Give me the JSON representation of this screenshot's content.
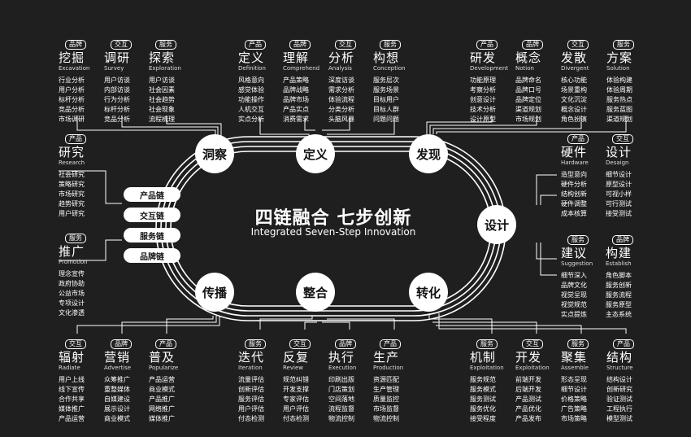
{
  "center": {
    "title": "四链融合 七步创新",
    "subtitle": "Integrated Seven-Step Innovation"
  },
  "steps": [
    "洞察",
    "定义",
    "发现",
    "设计",
    "转化",
    "整合",
    "传播"
  ],
  "chains": [
    "产品链",
    "交互链",
    "服务链",
    "品牌链"
  ],
  "cards": [
    {
      "tag": "品牌",
      "zh": "挖掘",
      "en": "Excavation",
      "items": [
        "行业分析",
        "用户分析",
        "标杆分析",
        "竞品分析",
        "市场调研"
      ]
    },
    {
      "tag": "交互",
      "zh": "调研",
      "en": "Survey",
      "items": [
        "用户访谈",
        "内部访谈",
        "行为分析",
        "标杆分析",
        "竞品分析"
      ]
    },
    {
      "tag": "服务",
      "zh": "探索",
      "en": "Exploration",
      "items": [
        "用户访谈",
        "社会因素",
        "社会趋势",
        "社会现象",
        "流程梳理"
      ]
    },
    {
      "tag": "产品",
      "zh": "定义",
      "en": "Definition",
      "items": [
        "风格意向",
        "感觉体验",
        "功能操作",
        "人机交互",
        "实点分析"
      ]
    },
    {
      "tag": "品牌",
      "zh": "理解",
      "en": "Comprehend",
      "items": [
        "产品策略",
        "品牌战略",
        "品牌市场",
        "产品实点",
        "消费需求"
      ]
    },
    {
      "tag": "交互",
      "zh": "分析",
      "en": "Analysis",
      "items": [
        "深度访谈",
        "需求分析",
        "体验流程",
        "分类分析",
        "头脑风暴"
      ]
    },
    {
      "tag": "服务",
      "zh": "构想",
      "en": "Conception",
      "items": [
        "服务层次",
        "服务场景",
        "目标用户",
        "目标人群",
        "问题问题"
      ]
    },
    {
      "tag": "产品",
      "zh": "研发",
      "en": "Development",
      "items": [
        "功能原理",
        "考察分析",
        "创意设计",
        "技术分析",
        "设计原型"
      ]
    },
    {
      "tag": "品牌",
      "zh": "概念",
      "en": "Notion",
      "items": [
        "品牌命名",
        "品牌口号",
        "品牌定位",
        "渠道规划",
        "市场规划"
      ]
    },
    {
      "tag": "交互",
      "zh": "发散",
      "en": "Divergent",
      "items": [
        "核心功能",
        "场景重构",
        "文化沉淀",
        "概念设计",
        "角色扮演"
      ]
    },
    {
      "tag": "服务",
      "zh": "方案",
      "en": "Solution",
      "items": [
        "体验构建",
        "体验周期",
        "服务热点",
        "服务蓝图",
        "渠道规划"
      ]
    },
    {
      "tag": "产品",
      "zh": "研究",
      "en": "Research",
      "items": [
        "社会研究",
        "策略研究",
        "市场研究",
        "趋势研究",
        "用户研究"
      ]
    },
    {
      "tag": "产品",
      "zh": "硬件",
      "en": "Hardware",
      "items": [
        "造型意向",
        "硬件分析",
        "结构创新",
        "硬件调整",
        "成本核算"
      ]
    },
    {
      "tag": "交互",
      "zh": "设计",
      "en": "Desaign",
      "items": [
        "细节设计",
        "原型设计",
        "可视小样",
        "可行测试",
        "接受测试"
      ]
    },
    {
      "tag": "服务",
      "zh": "推广",
      "en": "Promotion",
      "items": [
        "理念宣传",
        "政府协助",
        "公益市场",
        "专项设计",
        "文化渗透"
      ]
    },
    {
      "tag": "服务",
      "zh": "建议",
      "en": "Suggestion",
      "items": [
        "细节深入",
        "品牌文化",
        "视觉呈现",
        "视觉规范",
        "实点提炼"
      ]
    },
    {
      "tag": "品牌",
      "zh": "构建",
      "en": "Establish",
      "items": [
        "角色脚本",
        "服务创新",
        "服务流程",
        "服务原型",
        "主态系统"
      ]
    },
    {
      "tag": "交互",
      "zh": "辐射",
      "en": "Radiate",
      "items": [
        "用户上线",
        "线下宣传",
        "合作共享",
        "媒体推广",
        "产品运营"
      ]
    },
    {
      "tag": "品牌",
      "zh": "营销",
      "en": "Advertise",
      "items": [
        "众筹推广",
        "重整媒体",
        "自媒建设",
        "展示设计",
        "商业模式"
      ]
    },
    {
      "tag": "产品",
      "zh": "普及",
      "en": "Popularize",
      "items": [
        "产品运营",
        "商业模式",
        "产品推广",
        "网络推广",
        "媒体推广"
      ]
    },
    {
      "tag": "服务",
      "zh": "迭代",
      "en": "Iteration",
      "items": [
        "流量评估",
        "创新评估",
        "服务评估",
        "用户评估",
        "付态检测"
      ]
    },
    {
      "tag": "交互",
      "zh": "反复",
      "en": "Review",
      "items": [
        "规范纠错",
        "开发支撑",
        "专家评估",
        "用户评估",
        "付态检测"
      ]
    },
    {
      "tag": "品牌",
      "zh": "执行",
      "en": "Execution",
      "items": [
        "印刷出版",
        "门店策划",
        "空间落地",
        "流程监督",
        "物流控制"
      ]
    },
    {
      "tag": "产品",
      "zh": "生产",
      "en": "Production",
      "items": [
        "资源匹配",
        "生产管理",
        "质量监控",
        "市场监督",
        "物流控制"
      ]
    },
    {
      "tag": "服务",
      "zh": "机制",
      "en": "Exploitation",
      "items": [
        "服务规范",
        "服务模式",
        "服务测试",
        "服务优化",
        "接受程度"
      ]
    },
    {
      "tag": "交互",
      "zh": "开发",
      "en": "Exploitation",
      "items": [
        "前端开发",
        "后端开发",
        "产品测试",
        "产品优化",
        "产品发布"
      ]
    },
    {
      "tag": "服务",
      "zh": "聚集",
      "en": "Assemble",
      "items": [
        "形态呈现",
        "细节设计",
        "价格策略",
        "广告策略",
        "市场策略"
      ]
    },
    {
      "tag": "产品",
      "zh": "结构",
      "en": "Structure",
      "items": [
        "结构设计",
        "创新研究",
        "验证测试",
        "工程执行",
        "模型测试"
      ]
    }
  ]
}
